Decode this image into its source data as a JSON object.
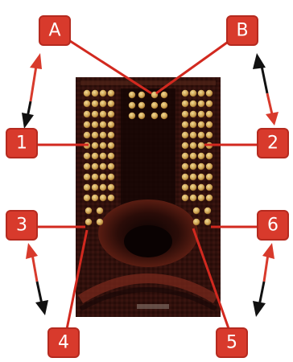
{
  "labels": {
    "a": "A",
    "b": "B",
    "one": "1",
    "two": "2",
    "three": "3",
    "four": "4",
    "five": "5",
    "six": "6"
  },
  "colors": {
    "label_fill": "#d83a2c",
    "label_border": "#b52a1f",
    "leader_line": "#d2291f",
    "arrow_red": "#d83a2c",
    "arrow_black": "#111111",
    "board": "#2a0f0c",
    "pad": "#c9a45a"
  }
}
